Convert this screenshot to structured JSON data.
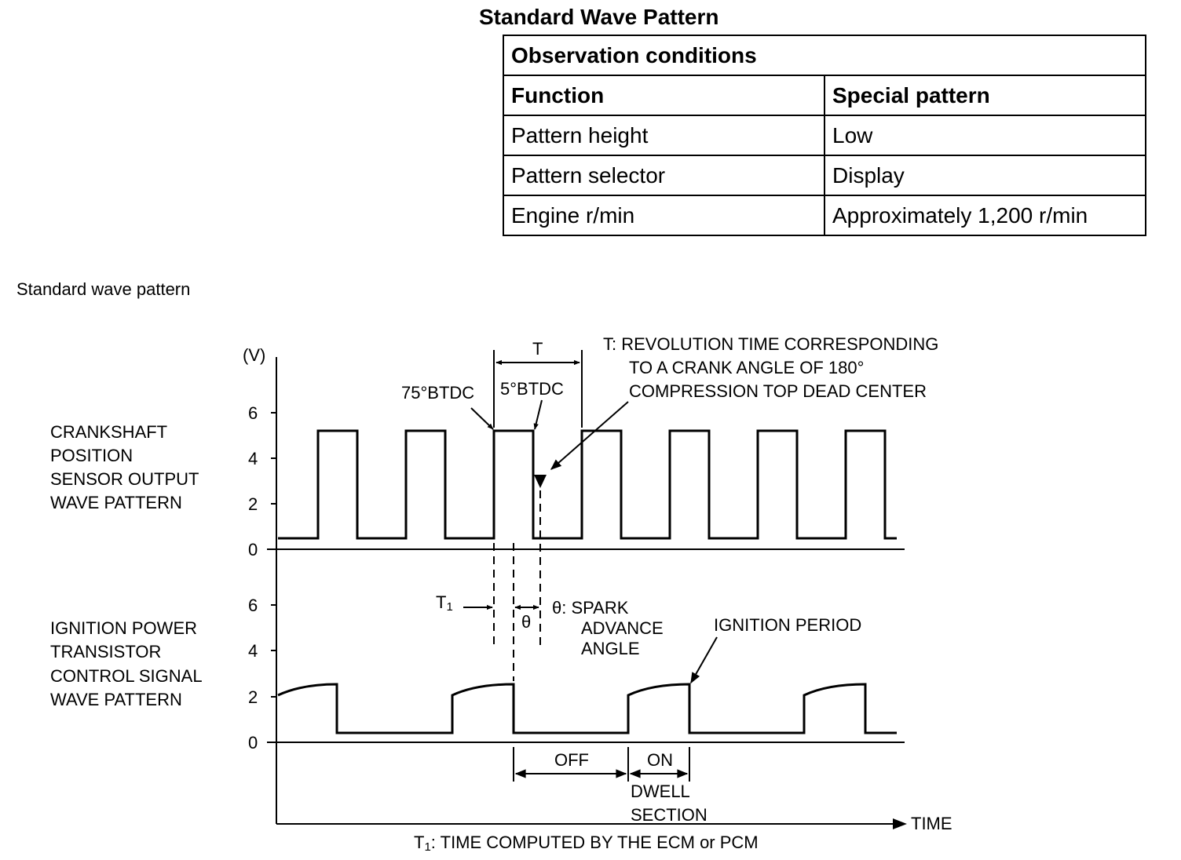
{
  "title": "Standard Wave Pattern",
  "conditions_table": {
    "header": "Observation conditions",
    "columns": [
      "Function",
      "Special pattern"
    ],
    "rows": [
      [
        "Pattern height",
        "Low"
      ],
      [
        "Pattern selector",
        "Display"
      ],
      [
        "Engine r/min",
        "Approximately 1,200 r/min"
      ]
    ]
  },
  "diagram": {
    "title": "Standard wave pattern",
    "y_unit": "(V)",
    "crank_ticks": [
      "6",
      "4",
      "2",
      "0"
    ],
    "ign_ticks": [
      "6",
      "4",
      "2",
      "0"
    ],
    "crank_label": [
      "CRANKSHAFT",
      "POSITION",
      "SENSOR OUTPUT",
      "WAVE PATTERN"
    ],
    "ign_label": [
      "IGNITION POWER",
      "TRANSISTOR",
      "CONTROL SIGNAL",
      "WAVE PATTERN"
    ],
    "t_symbol": "T",
    "t_note": [
      "T:  REVOLUTION TIME CORRESPONDING",
      "TO A CRANK ANGLE OF 180°",
      "COMPRESSION TOP DEAD CENTER"
    ],
    "btdc_75": "75°BTDC",
    "btdc_5": "5°BTDC",
    "t1_symbol": "T",
    "t1_sub": "1",
    "theta": "θ",
    "theta_note": [
      "θ:  SPARK",
      "ADVANCE",
      "ANGLE"
    ],
    "ignition_period": "IGNITION PERIOD",
    "off": "OFF",
    "on": "ON",
    "dwell": [
      "DWELL",
      "SECTION"
    ],
    "time": "TIME",
    "t1_note_sym": "T",
    "t1_note_sub": "1",
    "t1_note": ": TIME COMPUTED BY THE ECM or PCM"
  }
}
